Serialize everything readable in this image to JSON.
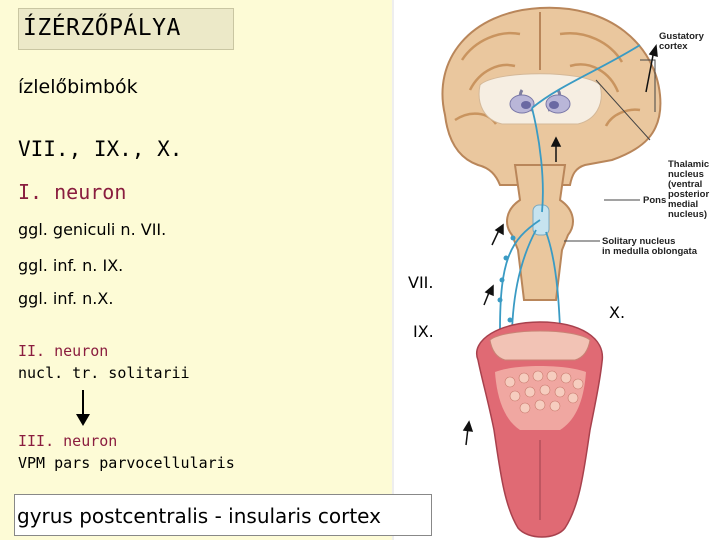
{
  "title": "ÍZÉRZŐPÁLYA",
  "receptor": "ízlelőbimbók",
  "nerves": "VII., IX., X.",
  "neuron1": {
    "label": "I. neuron",
    "ganglia": [
      "ggl. geniculi n. VII.",
      "ggl. inf. n. IX.",
      "ggl. inf. n.X."
    ]
  },
  "neuron2": {
    "label": "II. neuron",
    "nucleus": "nucl. tr. solitarii"
  },
  "neuron3": {
    "label": "III. neuron",
    "nucleus": "VPM pars parvocellularis"
  },
  "cortex_footer": "gyrus postcentralis - insularis cortex",
  "nerve_labels": {
    "vii": "VII.",
    "ix": "IX.",
    "x": "X."
  },
  "figure_annotations": {
    "gustatory_cortex": "Gustatory\ncortex",
    "thalamic_nucleus": "Thalamic\nnucleus\n(ventral\nposterior\nmedial\nnucleus)",
    "pons": "Pons",
    "solitary_nucleus": "Solitary nucleus\nin medulla oblongata"
  },
  "colors": {
    "left_panel_bg": "#fdfbd6",
    "title_box_bg": "#ece9c8",
    "neuron_label": "#8a1d3f",
    "pathway": "#3a9bc4",
    "brain_tissue": "#e9c39a",
    "tongue": "#e06a74"
  }
}
